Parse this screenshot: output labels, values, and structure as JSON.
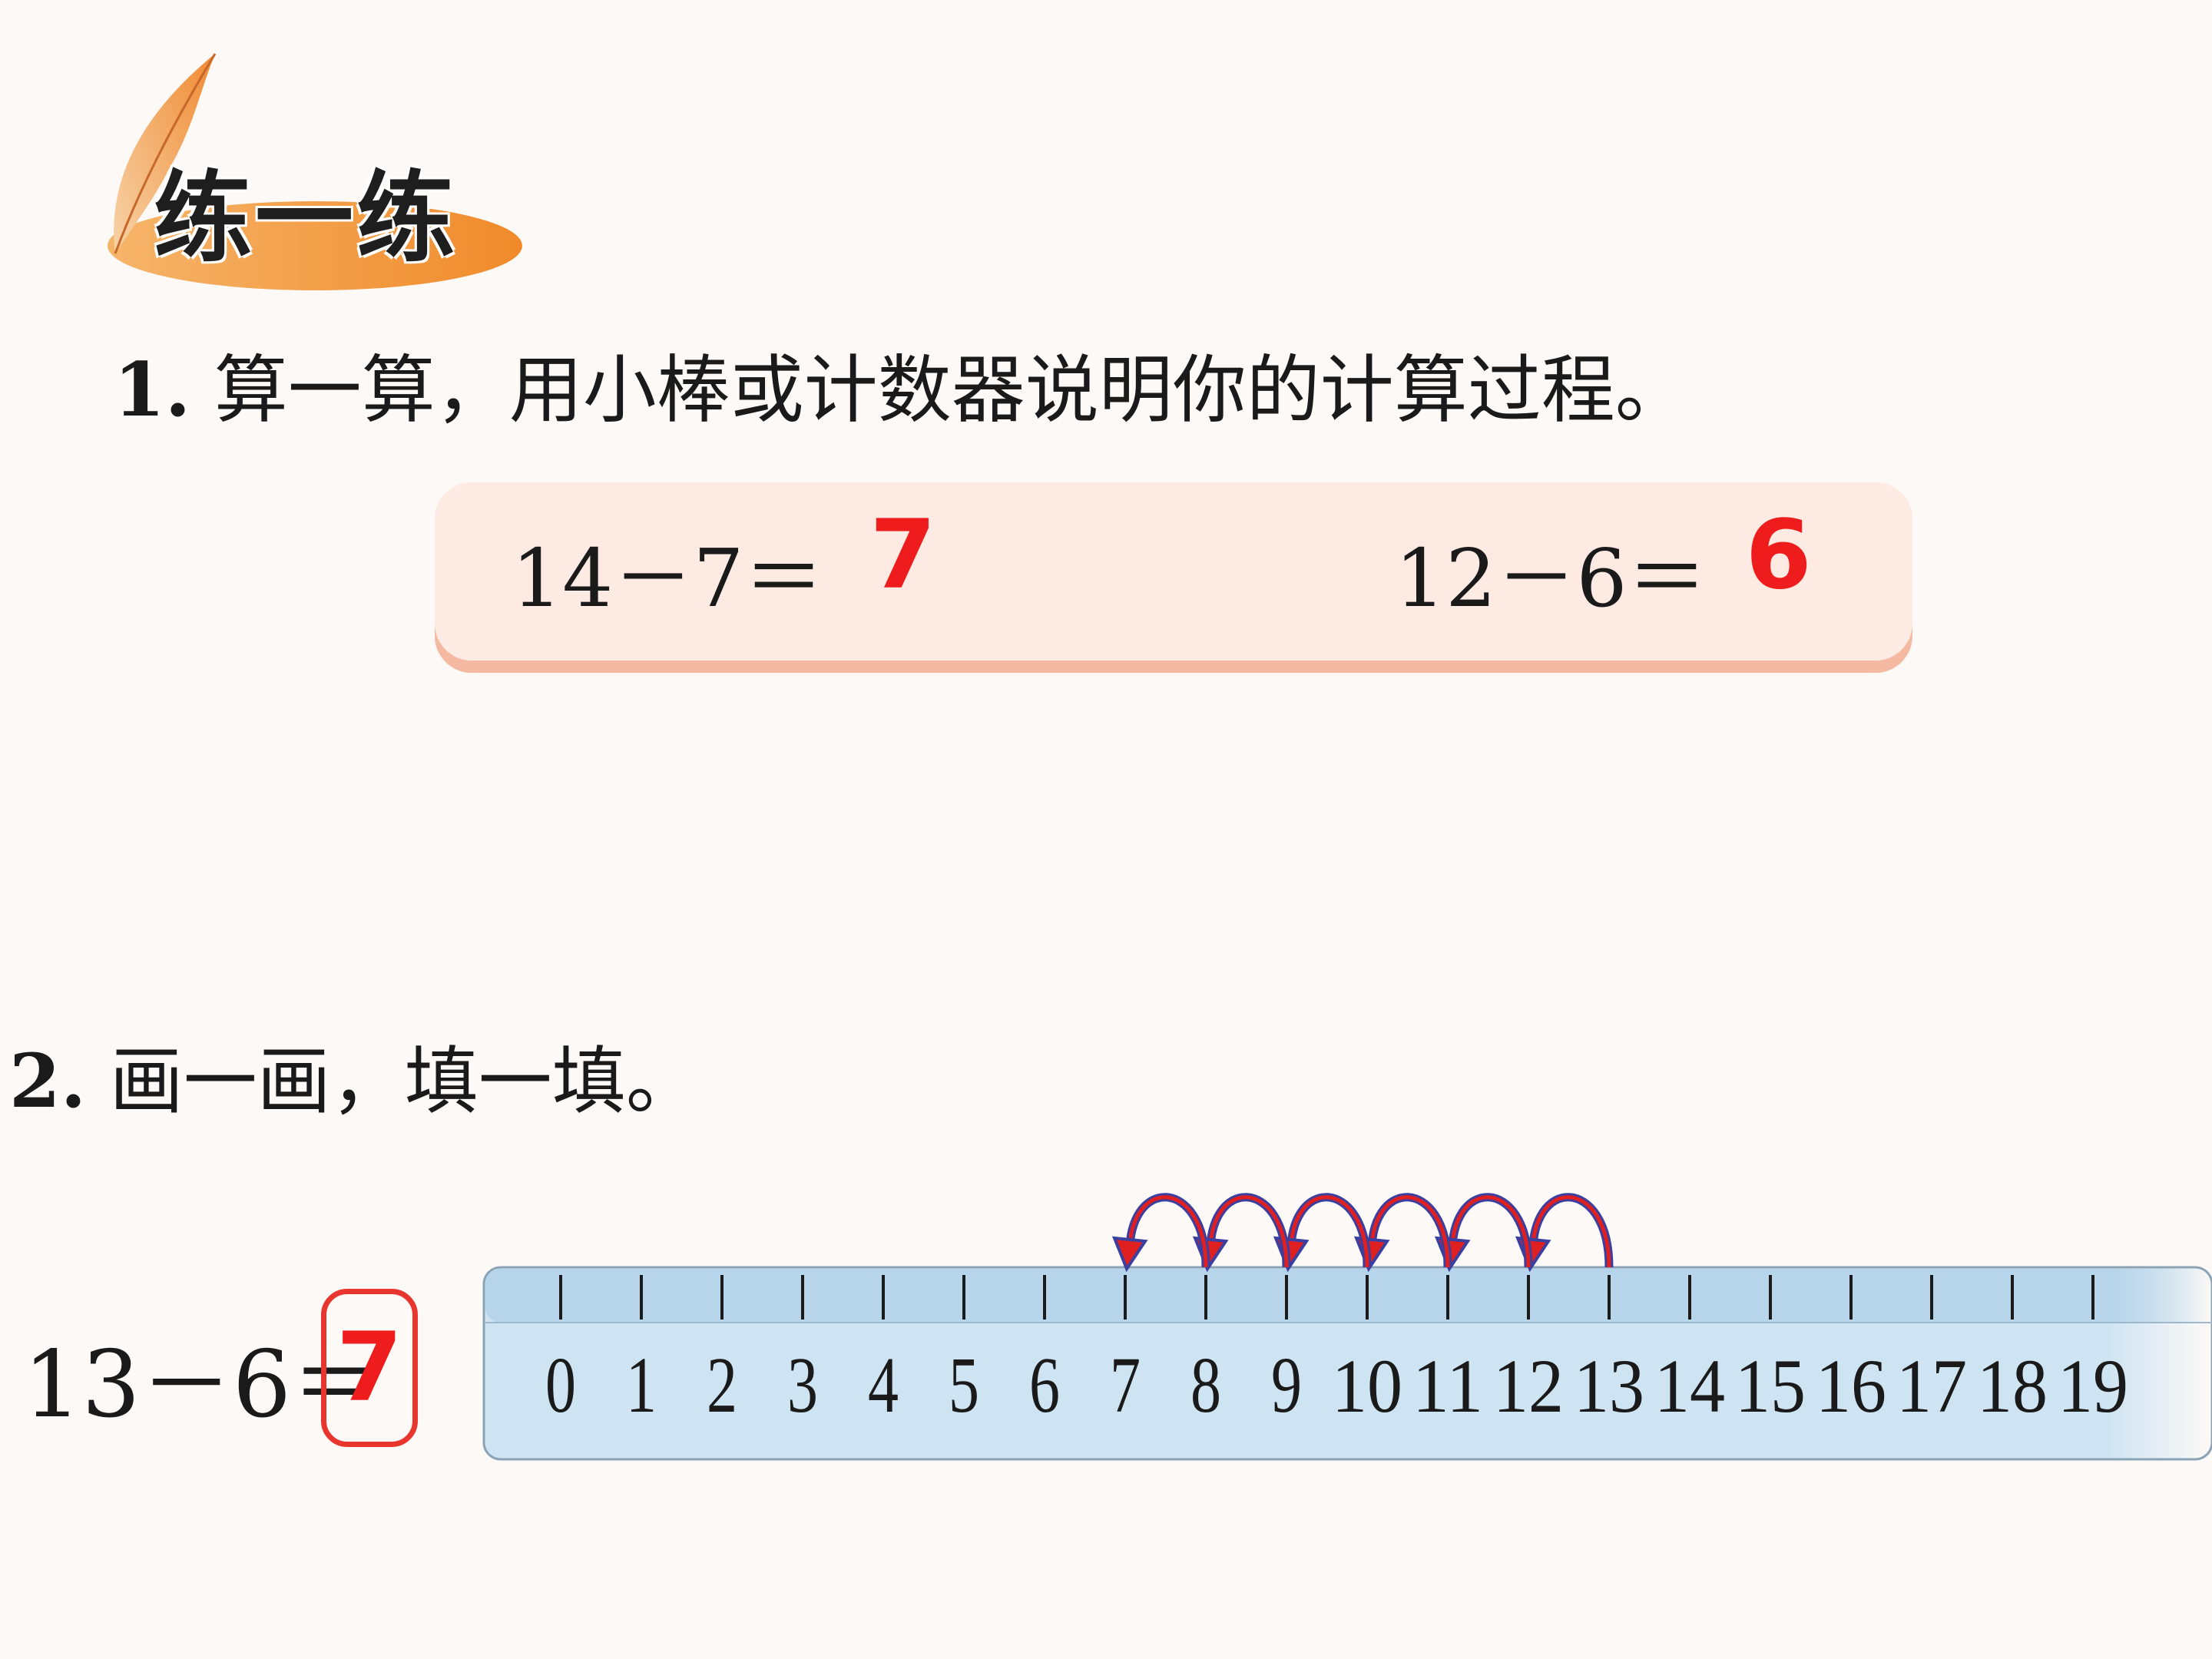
{
  "header": {
    "title": "练一练"
  },
  "q1": {
    "number": "1.",
    "text": "算一算，用小棒或计数器说明你的计算过程。",
    "equations": [
      {
        "expr": "14－7＝",
        "answer": "7"
      },
      {
        "expr": "12－6＝",
        "answer": "6"
      }
    ]
  },
  "q2": {
    "number": "2.",
    "text": "画一画，填一填。",
    "equation": {
      "expr": "13－6＝",
      "answer": "7"
    },
    "number_line": {
      "labels": [
        "0",
        "1",
        "2",
        "3",
        "4",
        "5",
        "6",
        "7",
        "8",
        "9",
        "10",
        "11",
        "12",
        "13",
        "14",
        "15",
        "16",
        "17",
        "18",
        "19"
      ],
      "hops_from": 13,
      "hops_to": 7
    }
  },
  "colors": {
    "answer": "#ee1c1c",
    "panel_bg": "#fdeae2",
    "panel_edge": "#f5b9a2",
    "ruler": "#cfe4f2",
    "arrow_outer": "#3a3fa0",
    "arrow_inner": "#e02020",
    "badge": "#f4a04a"
  }
}
